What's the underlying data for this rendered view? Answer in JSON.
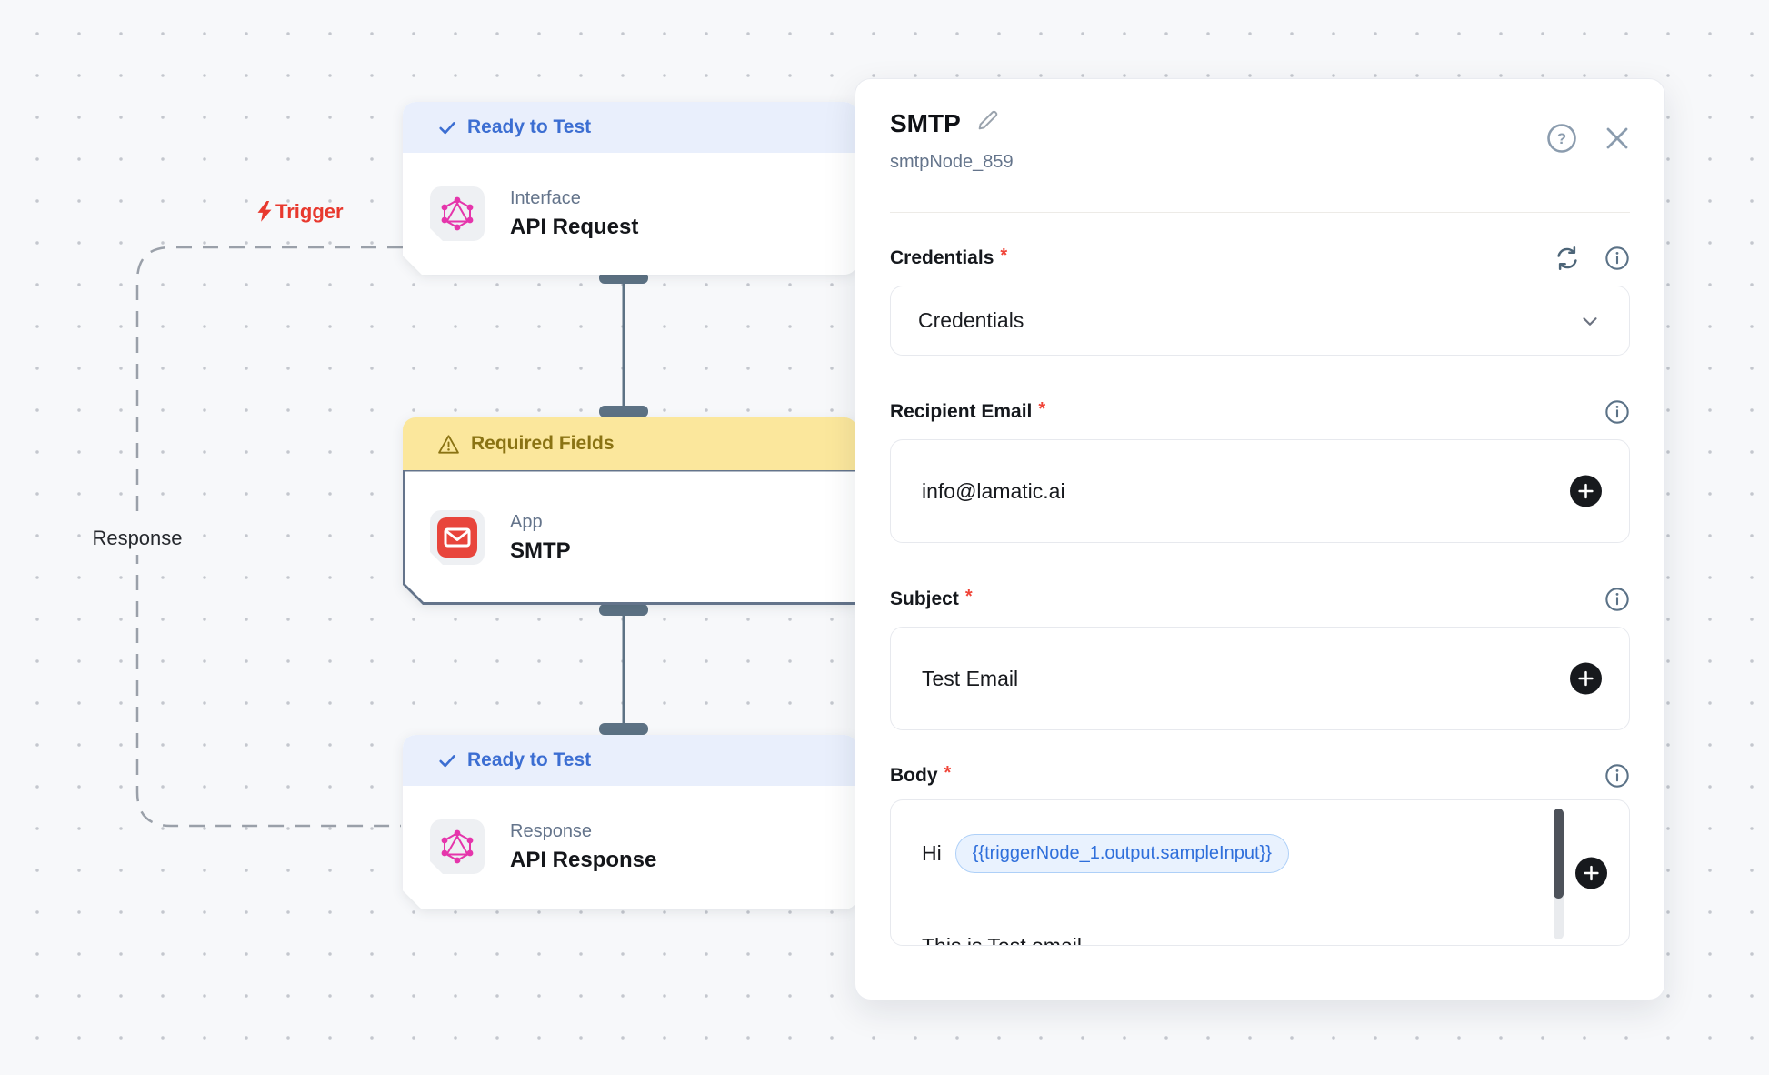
{
  "canvas": {
    "trigger_label": "Trigger",
    "response_label": "Response",
    "nodes": [
      {
        "status": "Ready to Test",
        "category": "Interface",
        "title": "API Request"
      },
      {
        "status": "Required Fields",
        "category": "App",
        "title": "SMTP"
      },
      {
        "status": "Ready to Test",
        "category": "Response",
        "title": "API Response"
      }
    ]
  },
  "panel": {
    "title": "SMTP",
    "node_id": "smtpNode_859",
    "required_marker": "*",
    "credentials": {
      "label": "Credentials",
      "value": "Credentials"
    },
    "recipient_email": {
      "label": "Recipient Email",
      "value": "info@lamatic.ai"
    },
    "subject": {
      "label": "Subject",
      "value": "Test Email"
    },
    "body": {
      "label": "Body",
      "text_prefix": "Hi",
      "token": "{{triggerNode_1.output.sampleInput}}",
      "overflow_text": "This is Test email"
    }
  },
  "colors": {
    "status_ready_text": "#3c6ed2",
    "status_ready_bg": "#e9effc",
    "warning_text": "#8a7313",
    "warning_bg": "#fbe79c",
    "node_border_selected": "#64748b",
    "connector": "#5d7284",
    "dashed_edge": "#9aa0a9",
    "trigger_red": "#e8392e",
    "graphql_pink": "#e535ab",
    "mail_red": "#e8453c",
    "token_text": "#2f6fdb",
    "token_bg": "#e9f2fe",
    "token_border": "#aed0f8",
    "required_red": "#f04438"
  }
}
